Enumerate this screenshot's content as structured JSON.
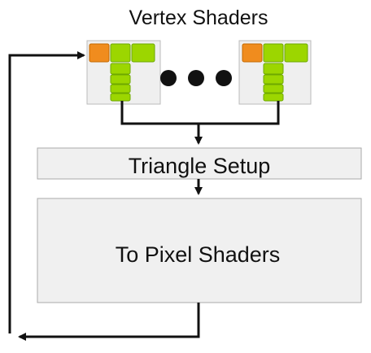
{
  "title": "Vertex Shaders",
  "triangle_setup": "Triangle Setup",
  "pixel_shaders": "To Pixel Shaders",
  "colors": {
    "orange": "#F08C1E",
    "green": "#9CD600",
    "green_dark": "#6EA800",
    "box_fill": "#F0F0F0",
    "box_stroke": "#AAAAAA",
    "line": "#111111"
  }
}
